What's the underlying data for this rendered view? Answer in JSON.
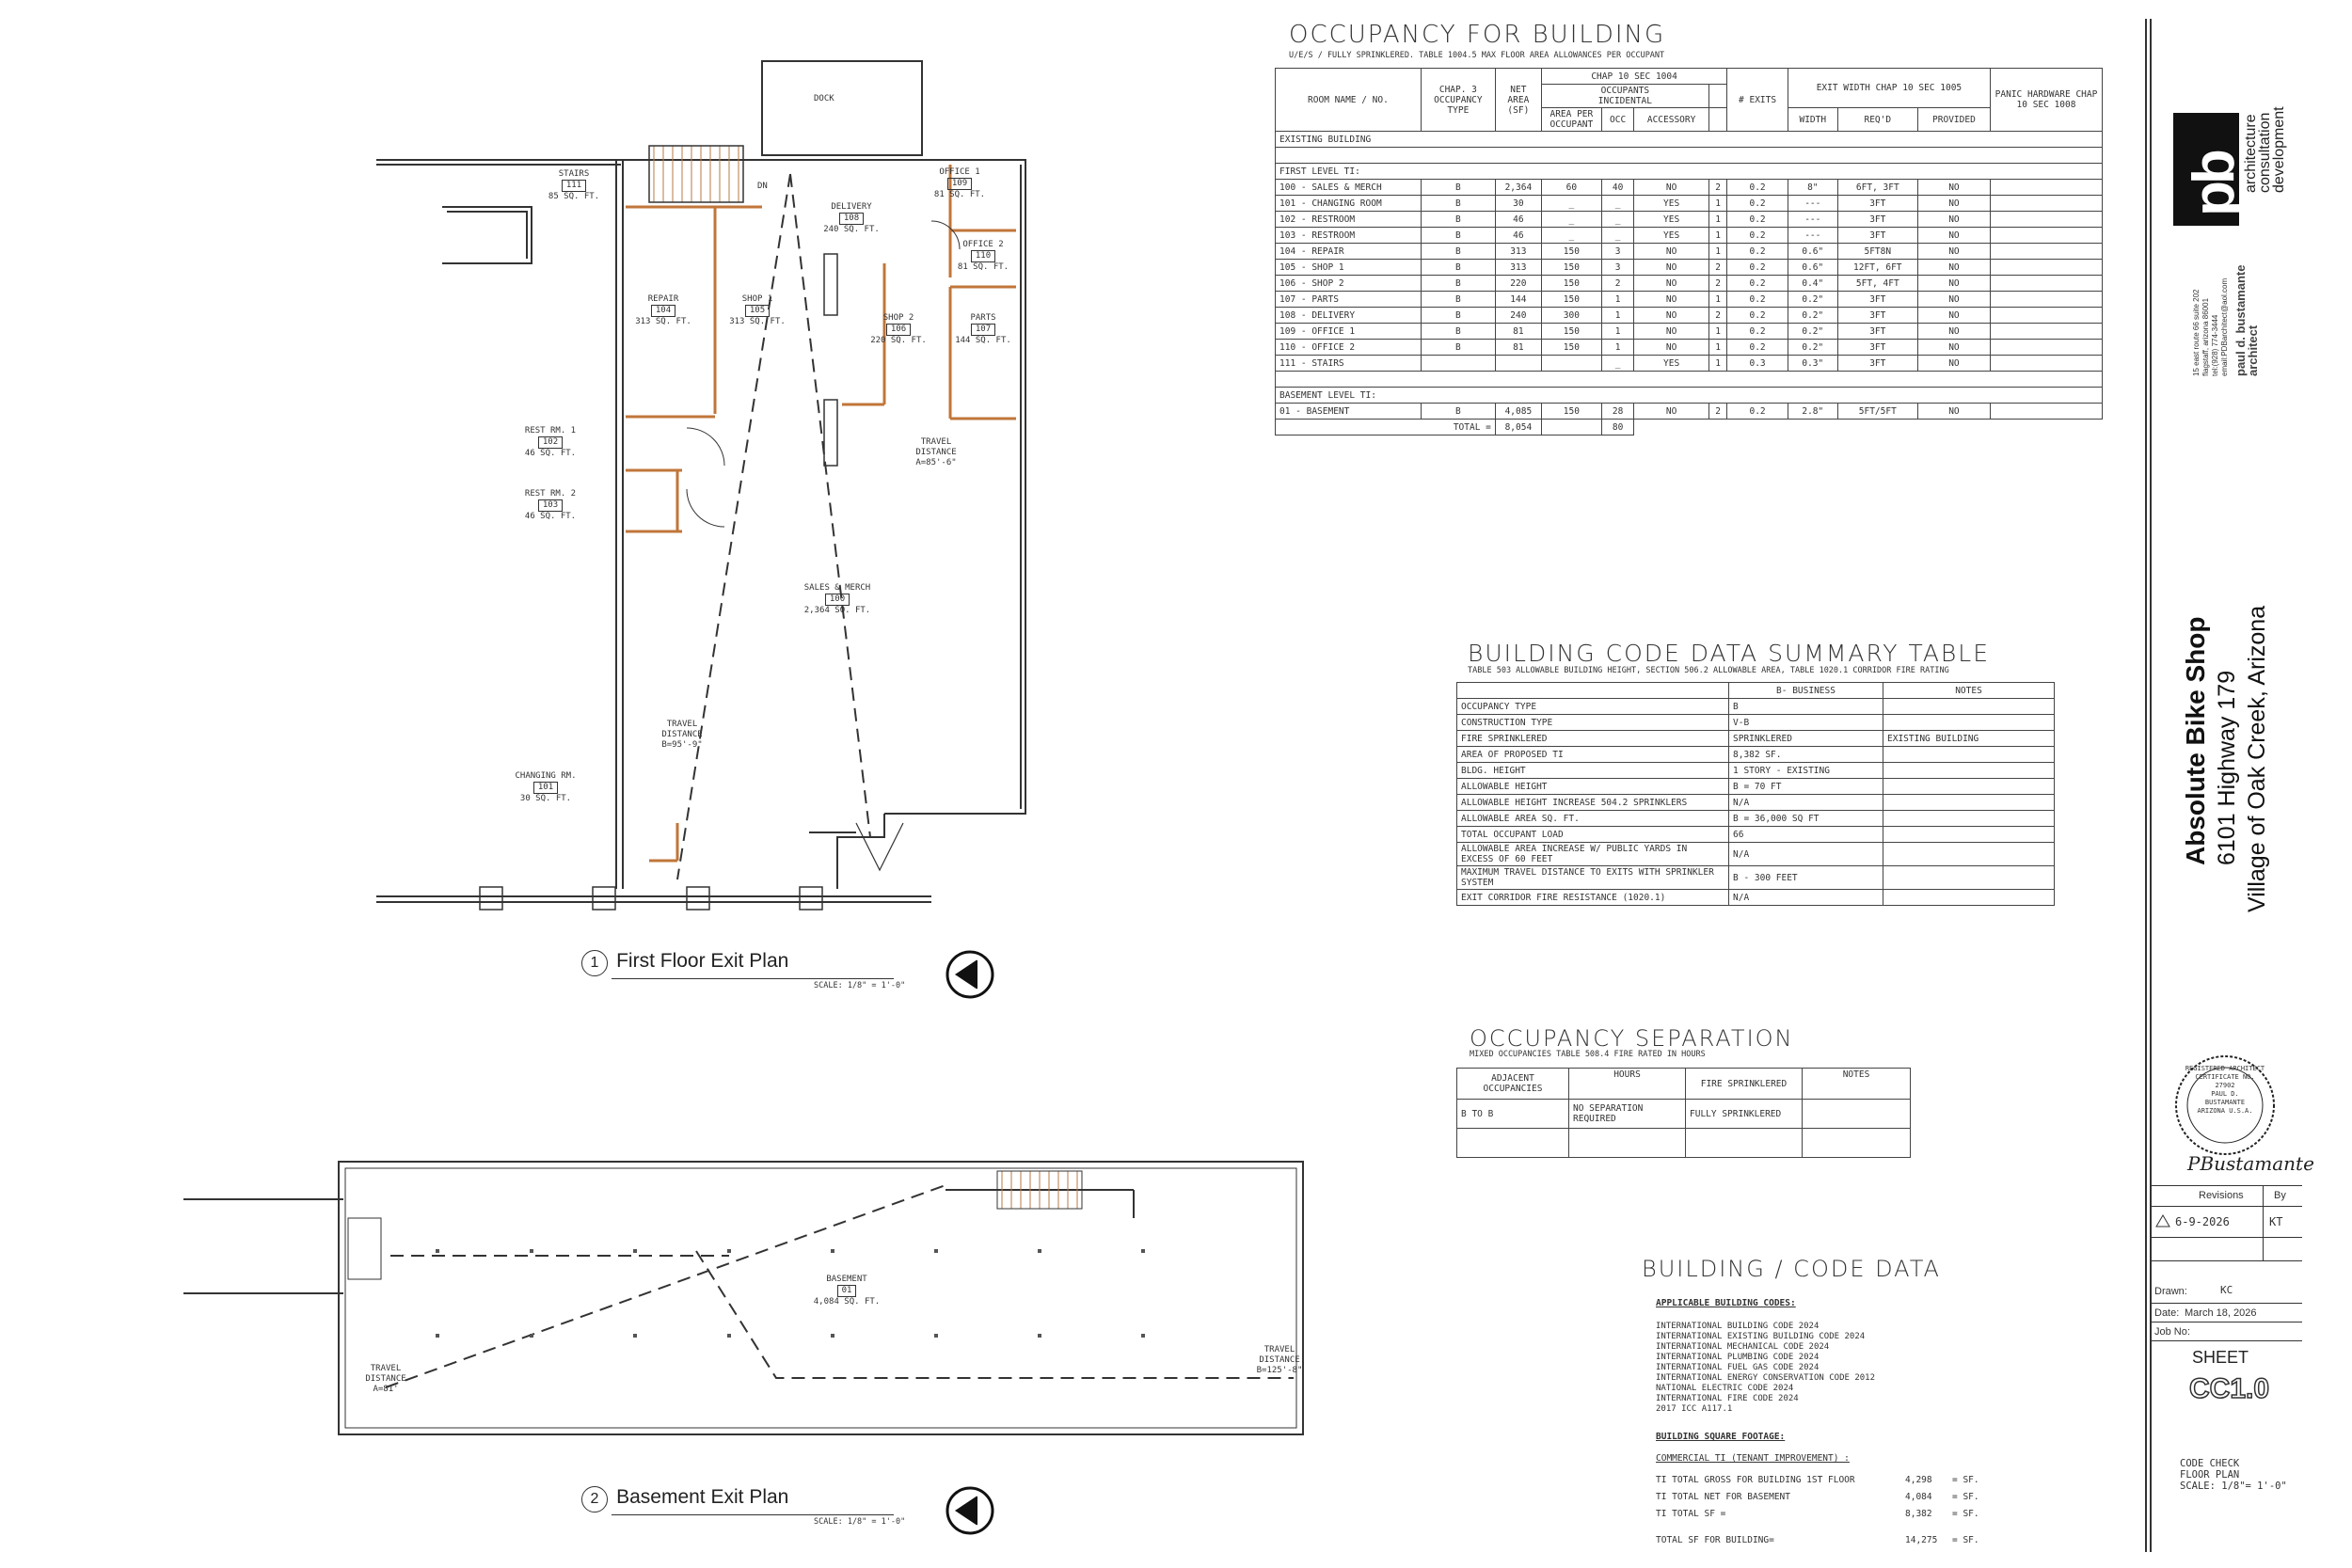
{
  "occupancy_table": {
    "title": "OCCUPANCY FOR BUILDING",
    "subtitle": "U/E/S / FULLY SPRINKLERED. TABLE 1004.5 MAX FLOOR AREA ALLOWANCES PER OCCUPANT",
    "headers": {
      "room": "ROOM NAME / NO.",
      "chap3": "CHAP. 3 OCCUPANCY TYPE",
      "net_area": "NET AREA (SF)",
      "chap10": "CHAP 10 SEC 1004",
      "occupants": "OCCUPANTS",
      "incidental": "INCIDENTAL",
      "area_per": "AREA PER OCCUPANT",
      "occ": "OCC",
      "accessory": "ACCESSORY",
      "exits": "# EXITS",
      "exit_width": "EXIT WIDTH CHAP 10 SEC 1005",
      "width": "WIDTH",
      "reqd": "REQ'D",
      "provided": "PROVIDED",
      "panic": "PANIC HARDWARE CHAP 10 SEC 1008"
    },
    "section_existing": "EXISTING BUILDING",
    "section_first": "FIRST LEVEL TI:",
    "rows": [
      [
        "100 - SALES & MERCH",
        "B",
        "2,364",
        "60",
        "40",
        "NO",
        "2",
        "0.2",
        "8\"",
        "6FT, 3FT",
        "NO"
      ],
      [
        "101 - CHANGING ROOM",
        "B",
        "30",
        "_",
        "_",
        "YES",
        "1",
        "0.2",
        "---",
        "3FT",
        "NO"
      ],
      [
        "102 - RESTROOM",
        "B",
        "46",
        "_",
        "_",
        "YES",
        "1",
        "0.2",
        "---",
        "3FT",
        "NO"
      ],
      [
        "103 - RESTROOM",
        "B",
        "46",
        "_",
        "_",
        "YES",
        "1",
        "0.2",
        "---",
        "3FT",
        "NO"
      ],
      [
        "104 - REPAIR",
        "B",
        "313",
        "150",
        "3",
        "NO",
        "1",
        "0.2",
        "0.6\"",
        "5FT8N",
        "NO"
      ],
      [
        "105 - SHOP 1",
        "B",
        "313",
        "150",
        "3",
        "NO",
        "2",
        "0.2",
        "0.6\"",
        "12FT, 6FT",
        "NO"
      ],
      [
        "106 - SHOP 2",
        "B",
        "220",
        "150",
        "2",
        "NO",
        "2",
        "0.2",
        "0.4\"",
        "5FT, 4FT",
        "NO"
      ],
      [
        "107 - PARTS",
        "B",
        "144",
        "150",
        "1",
        "NO",
        "1",
        "0.2",
        "0.2\"",
        "3FT",
        "NO"
      ],
      [
        "108 - DELIVERY",
        "B",
        "240",
        "300",
        "1",
        "NO",
        "2",
        "0.2",
        "0.2\"",
        "3FT",
        "NO"
      ],
      [
        "109 - OFFICE 1",
        "B",
        "81",
        "150",
        "1",
        "NO",
        "1",
        "0.2",
        "0.2\"",
        "3FT",
        "NO"
      ],
      [
        "110 - OFFICE 2",
        "B",
        "81",
        "150",
        "1",
        "NO",
        "1",
        "0.2",
        "0.2\"",
        "3FT",
        "NO"
      ],
      [
        "111 - STAIRS",
        "",
        "",
        "",
        "_",
        "YES",
        "1",
        "0.3",
        "0.3\"",
        "3FT",
        "NO"
      ]
    ],
    "section_basement": "BASEMENT LEVEL TI:",
    "basement_row": [
      "01 - BASEMENT",
      "B",
      "4,085",
      "150",
      "28",
      "NO",
      "2",
      "0.2",
      "2.8\"",
      "5FT/5FT",
      "NO"
    ],
    "total_label": "TOTAL =",
    "total_area": "8,054",
    "total_occ": "80"
  },
  "code_summary": {
    "title": "BUILDING CODE DATA SUMMARY TABLE",
    "subtitle": "TABLE 503 ALLOWABLE BUILDING HEIGHT, SECTION 506.2 ALLOWABLE AREA, TABLE 1020.1 CORRIDOR FIRE RATING",
    "col_b": "B- BUSINESS",
    "col_notes": "NOTES",
    "rows": [
      [
        "OCCUPANCY TYPE",
        "B",
        ""
      ],
      [
        "CONSTRUCTION TYPE",
        "V-B",
        ""
      ],
      [
        "FIRE SPRINKLERED",
        "SPRINKLERED",
        "EXISTING BUILDING"
      ],
      [
        "AREA OF PROPOSED TI",
        "8,382 SF.",
        ""
      ],
      [
        "BLDG. HEIGHT",
        "1 STORY - EXISTING",
        ""
      ],
      [
        "ALLOWABLE HEIGHT",
        "B = 70 FT",
        ""
      ],
      [
        "ALLOWABLE HEIGHT INCREASE 504.2 SPRINKLERS",
        "N/A",
        ""
      ],
      [
        "ALLOWABLE AREA SQ. FT.",
        "B = 36,000 SQ FT",
        ""
      ],
      [
        "TOTAL OCCUPANT LOAD",
        "66",
        ""
      ],
      [
        "ALLOWABLE AREA INCREASE W/ PUBLIC YARDS IN EXCESS OF 60 FEET",
        "N/A",
        ""
      ],
      [
        "MAXIMUM TRAVEL DISTANCE TO EXITS WITH SPRINKLER SYSTEM",
        "B - 300 FEET",
        ""
      ],
      [
        "EXIT CORRIDOR FIRE RESISTANCE (1020.1)",
        "N/A",
        ""
      ]
    ]
  },
  "separation": {
    "title": "OCCUPANCY SEPARATION",
    "subtitle": "MIXED OCCUPANCIES TABLE 508.4 FIRE RATED IN HOURS",
    "headers": [
      "ADJACENT OCCUPANCIES",
      "HOURS",
      "FIRE SPRINKLERED",
      "NOTES"
    ],
    "row": [
      "B TO B",
      "NO SEPARATION REQUIRED",
      "FULLY SPRINKLERED",
      ""
    ]
  },
  "code_data": {
    "title": "BUILDING / CODE DATA",
    "applicable_heading": "APPLICABLE BUILDING CODES:",
    "codes": [
      "INTERNATIONAL BUILDING CODE 2024",
      "INTERNATIONAL EXISTING BUILDING CODE 2024",
      "INTERNATIONAL MECHANICAL CODE 2024",
      "INTERNATIONAL PLUMBING CODE 2024",
      "INTERNATIONAL FUEL GAS CODE 2024",
      "INTERNATIONAL ENERGY CONSERVATION CODE 2012",
      "NATIONAL ELECTRIC CODE 2024",
      "INTERNATIONAL FIRE CODE 2024",
      "2017 ICC A117.1"
    ],
    "footage_heading": "BUILDING SQUARE FOOTAGE:",
    "commercial": "COMMERCIAL TI (TENANT IMPROVEMENT) :",
    "footage": [
      [
        "TI TOTAL GROSS FOR BUILDING 1ST FLOOR",
        "4,298",
        "= SF."
      ],
      [
        "TI TOTAL NET FOR BASEMENT",
        "4,084",
        "= SF."
      ],
      [
        "TI TOTAL SF =",
        "8,382",
        "= SF."
      ],
      [
        "TOTAL SF FOR BUILDING=",
        "14,275",
        "= SF."
      ]
    ]
  },
  "plans": {
    "first": {
      "number": "1",
      "title": "First Floor Exit Plan",
      "scale": "SCALE: 1/8\" = 1'-0\""
    },
    "basement": {
      "number": "2",
      "title": "Basement Exit Plan",
      "scale": "SCALE: 1/8\" = 1'-0\""
    },
    "rooms": {
      "dock": "DOCK",
      "stairs": [
        "STAIRS",
        "111",
        "85 SQ. FT."
      ],
      "dn": "DN",
      "delivery": [
        "DELIVERY",
        "108",
        "240 SQ. FT."
      ],
      "office1": [
        "OFFICE 1",
        "109",
        "81 SQ. FT."
      ],
      "office2": [
        "OFFICE 2",
        "110",
        "81 SQ. FT."
      ],
      "repair": [
        "REPAIR",
        "104",
        "313 SQ. FT."
      ],
      "shop1": [
        "SHOP 1",
        "105",
        "313 SQ. FT."
      ],
      "shop2": [
        "SHOP 2",
        "106",
        "220 SQ. FT."
      ],
      "parts": [
        "PARTS",
        "107",
        "144 SQ. FT."
      ],
      "rest1": [
        "REST RM. 1",
        "102",
        "46 SQ. FT."
      ],
      "rest2": [
        "REST RM. 2",
        "103",
        "46 SQ. FT."
      ],
      "sales": [
        "SALES & MERCH",
        "100",
        "2,364 SQ. FT."
      ],
      "travel_a": [
        "TRAVEL",
        "DISTANCE",
        "A=85'-6\""
      ],
      "travel_b": [
        "TRAVEL",
        "DISTANCE",
        "B=95'-9\""
      ],
      "changing": [
        "CHANGING RM.",
        "101",
        "30 SQ. FT."
      ],
      "basement": [
        "BASEMENT",
        "01",
        "4,084 SQ. FT."
      ],
      "btravel_a": [
        "TRAVEL",
        "DISTANCE",
        "A=81'"
      ],
      "btravel_b": [
        "TRAVEL",
        "DISTANCE",
        "B=125'-8\""
      ]
    }
  },
  "title_block": {
    "logo": "pb",
    "firm_lines": [
      "architecture",
      "consultation",
      "development"
    ],
    "address_lines": [
      "15 east route 66 suite 202",
      "flagstaff, arizona 86001",
      "tel:(928) 774-3444",
      "email:PDBarchitect@aol.com"
    ],
    "architect_lines": [
      "paul d. bustamante",
      "architect"
    ],
    "project_name": "Absolute Bike Shop",
    "project_address": "6101 Highway 179",
    "project_city": "Village of Oak Creek, Arizona",
    "seal_lines": [
      "REGISTERED ARCHITECT",
      "CERTIFICATE NO.",
      "27902",
      "PAUL D.",
      "BUSTAMANTE",
      "ARIZONA U.S.A."
    ],
    "signature": "PBustamante",
    "revisions_label": "Revisions",
    "by_label": "By",
    "revision_date": "6-9-2026",
    "revision_by": "KT",
    "drawn_label": "Drawn:",
    "drawn_value": "KC",
    "date_label": "Date:",
    "date_value": "March 18, 2026",
    "job_label": "Job No:",
    "job_value": "",
    "sheet_label": "SHEET",
    "sheet_number": "CC1.0",
    "sheet_desc": [
      "CODE CHECK",
      "FLOOR PLAN",
      "SCALE: 1/8\"= 1'-0\""
    ]
  }
}
